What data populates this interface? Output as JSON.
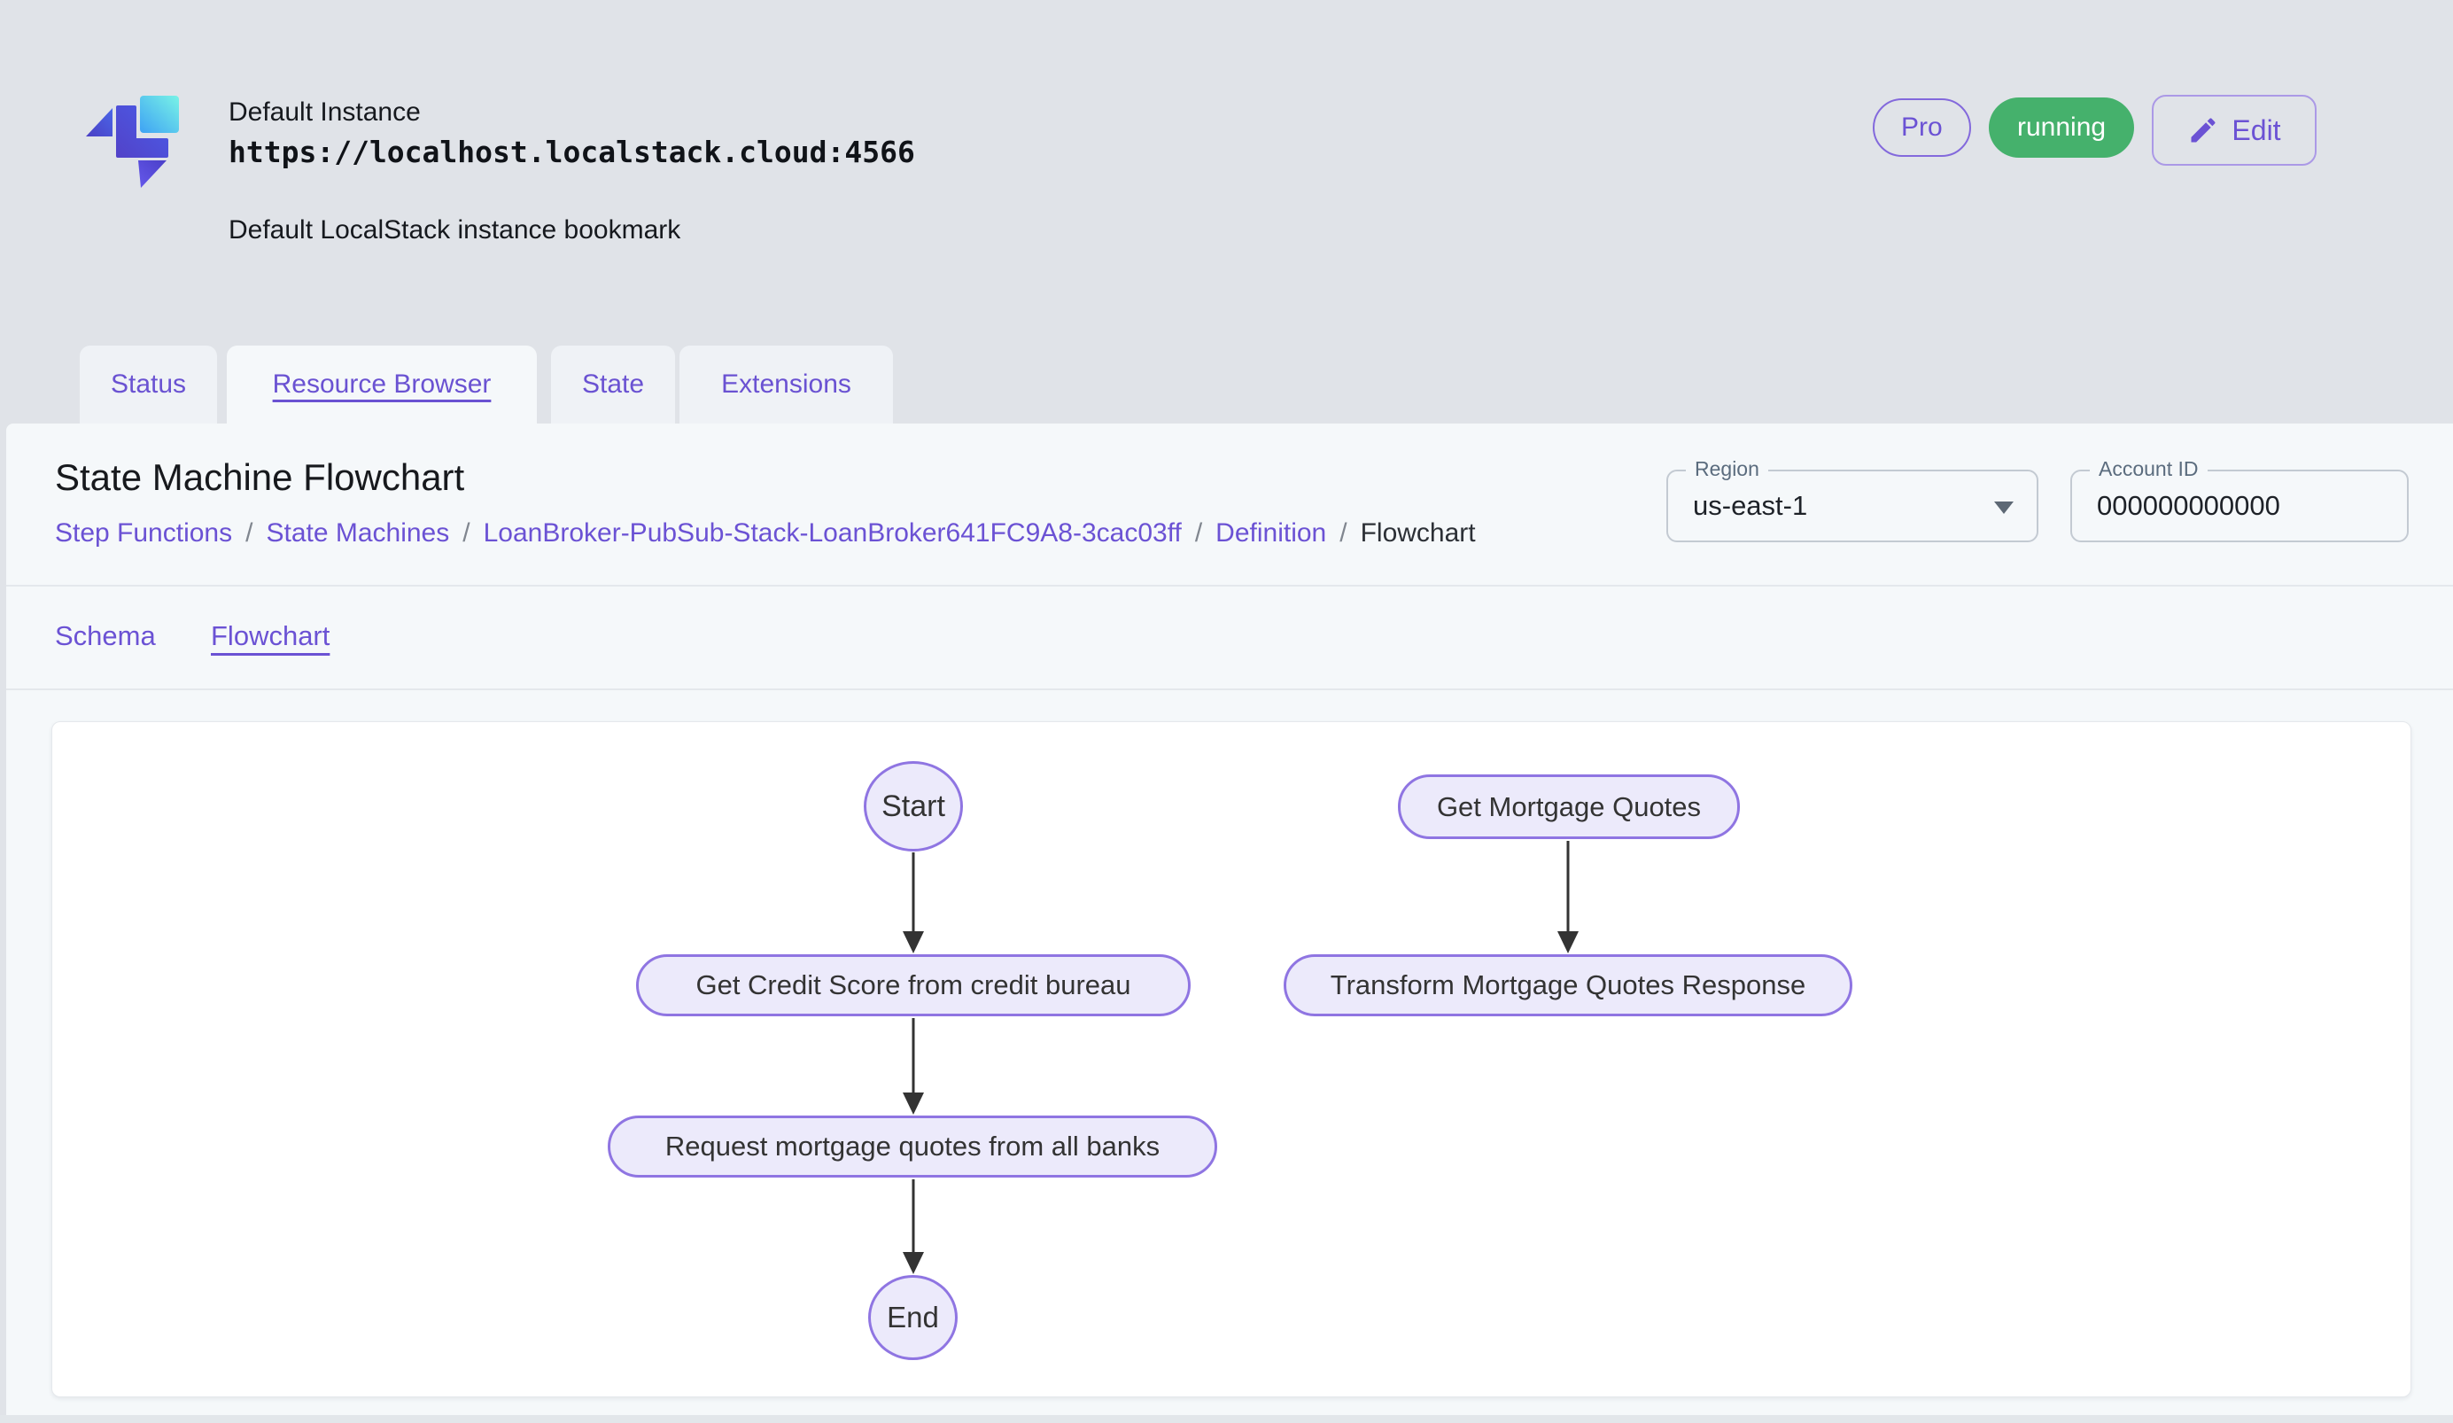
{
  "header": {
    "instance_name": "Default Instance",
    "instance_url": "https://localhost.localstack.cloud:4566",
    "instance_description": "Default LocalStack instance bookmark",
    "pro_badge": "Pro",
    "status_badge": "running",
    "edit_button": "Edit"
  },
  "tabs": [
    {
      "label": "Status",
      "active": false
    },
    {
      "label": "Resource Browser",
      "active": true
    },
    {
      "label": "State",
      "active": false
    },
    {
      "label": "Extensions",
      "active": false
    }
  ],
  "page": {
    "title": "State Machine Flowchart",
    "breadcrumb_separator": "/",
    "breadcrumb": [
      {
        "label": "Step Functions"
      },
      {
        "label": "State Machines"
      },
      {
        "label": "LoanBroker-PubSub-Stack-LoanBroker641FC9A8-3cac03ff"
      },
      {
        "label": "Definition"
      },
      {
        "label": "Flowchart"
      }
    ],
    "region": {
      "label": "Region",
      "value": "us-east-1"
    },
    "account_id": {
      "label": "Account ID",
      "value": "000000000000"
    }
  },
  "subtabs": [
    {
      "label": "Schema",
      "active": false
    },
    {
      "label": "Flowchart",
      "active": true
    }
  ],
  "flowchart": {
    "nodes": [
      {
        "id": "start",
        "label": "Start",
        "shape": "ellipse"
      },
      {
        "id": "credit",
        "label": "Get Credit Score from credit bureau",
        "shape": "rounded"
      },
      {
        "id": "request",
        "label": "Request mortgage quotes from all banks",
        "shape": "rounded"
      },
      {
        "id": "end",
        "label": "End",
        "shape": "ellipse"
      },
      {
        "id": "quotes",
        "label": "Get Mortgage Quotes",
        "shape": "rounded"
      },
      {
        "id": "transform",
        "label": "Transform Mortgage Quotes Response",
        "shape": "rounded"
      }
    ],
    "edges": [
      {
        "from": "start",
        "to": "credit"
      },
      {
        "from": "credit",
        "to": "request"
      },
      {
        "from": "request",
        "to": "end"
      },
      {
        "from": "quotes",
        "to": "transform"
      }
    ]
  },
  "colors": {
    "accent_purple": "#6b52d4",
    "status_green": "#45b16c",
    "node_fill": "#eceafb",
    "node_border": "#8f75e2",
    "header_background": "#e0e3e8",
    "panel_background": "#f5f8fa",
    "edge_stroke": "#333333"
  }
}
